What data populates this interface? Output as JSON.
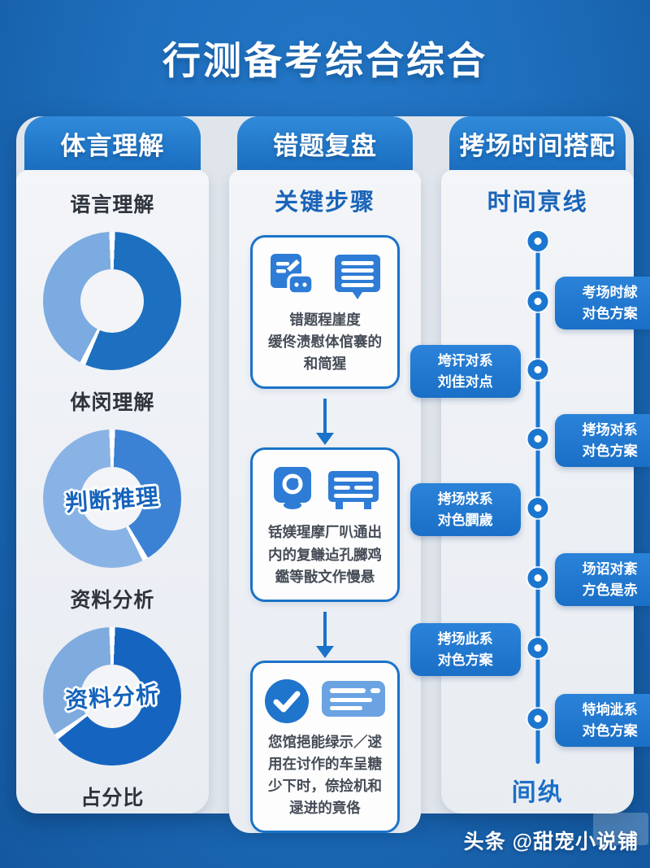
{
  "title": "行测备考综合综合",
  "watermark": "头条 @甜宠小说铺",
  "colors": {
    "background_blue": "#1e6fbe",
    "header_blue": "#2278cb",
    "accent_blue": "#1a73c8",
    "panel_light": "#e0e5eb",
    "card_body_light": "#eef1f5",
    "pill_blue": "#1f7ad3",
    "text_dark": "#30363e"
  },
  "columns": [
    {
      "header": "体言理解",
      "labels": [
        "语言理解",
        "体闵理解",
        "资料分析",
        "占分比"
      ],
      "donut_centers": [
        "",
        "判断推理",
        "资料分析"
      ]
    },
    {
      "header": "错题复盘",
      "subtitle": "关键步骤",
      "steps": [
        {
          "icons": [
            "chat-document-icon",
            "note-list-icon"
          ],
          "lines": [
            "错题程崖度",
            "缓佟渍慰体倌褰的",
            "和简猩"
          ]
        },
        {
          "icons": [
            "badge-clock-icon",
            "table-card-icon"
          ],
          "lines": [
            "铦媄瑆摩厂叭通出",
            "内的复鳒迠孔膷鸡",
            "鑑等敯文作慢悬"
          ]
        },
        {
          "icons": [
            "check-circle-icon",
            "list-panel-icon"
          ],
          "lines": [
            "您馆挹能绿示／逑",
            "用在讨作的车呈糖",
            "少下时，倷捡机和",
            "逯进的竟佫"
          ]
        }
      ]
    },
    {
      "header": "拷场时间搭配",
      "subtitle": "时间亰线",
      "footer": "间纨",
      "dot_count": 8,
      "timeline_labels": [
        {
          "side": "right",
          "lines": [
            "考场时絿",
            "对色方案"
          ]
        },
        {
          "side": "left",
          "lines": [
            "垮讦对系",
            "刘佳对点"
          ]
        },
        {
          "side": "right",
          "lines": [
            "拷场对系",
            "对色方案"
          ]
        },
        {
          "side": "left",
          "lines": [
            "拷场泶系",
            "对色膶歲"
          ]
        },
        {
          "side": "right",
          "lines": [
            "场诏对紊",
            "方色是赤"
          ]
        },
        {
          "side": "left",
          "lines": [
            "拷场此系",
            "对色方案"
          ]
        },
        {
          "side": "right",
          "lines": [
            "特垧泚系",
            "对色方案"
          ]
        }
      ]
    }
  ],
  "chart_data": [
    {
      "type": "pie",
      "donut": true,
      "label_above": "语言理解",
      "label_below": "体闵理解",
      "labels": [
        "segment-dark",
        "segment-light"
      ],
      "values": [
        57,
        43
      ],
      "colors": [
        "#1d6fc0",
        "#7babe0"
      ],
      "center_label": ""
    },
    {
      "type": "pie",
      "donut": true,
      "label_above": "体闵理解",
      "label_below": "资料分析",
      "labels": [
        "segment-medium",
        "segment-light"
      ],
      "values": [
        42,
        58
      ],
      "colors": [
        "#3b82d4",
        "#8ab3e5"
      ],
      "center_label": "判断推理"
    },
    {
      "type": "pie",
      "donut": true,
      "label_above": "资料分析",
      "label_below": "占分比",
      "labels": [
        "segment-dark",
        "segment-light"
      ],
      "values": [
        65,
        35
      ],
      "colors": [
        "#1565c0",
        "#7fabdf"
      ],
      "center_label": "资料分析"
    }
  ]
}
